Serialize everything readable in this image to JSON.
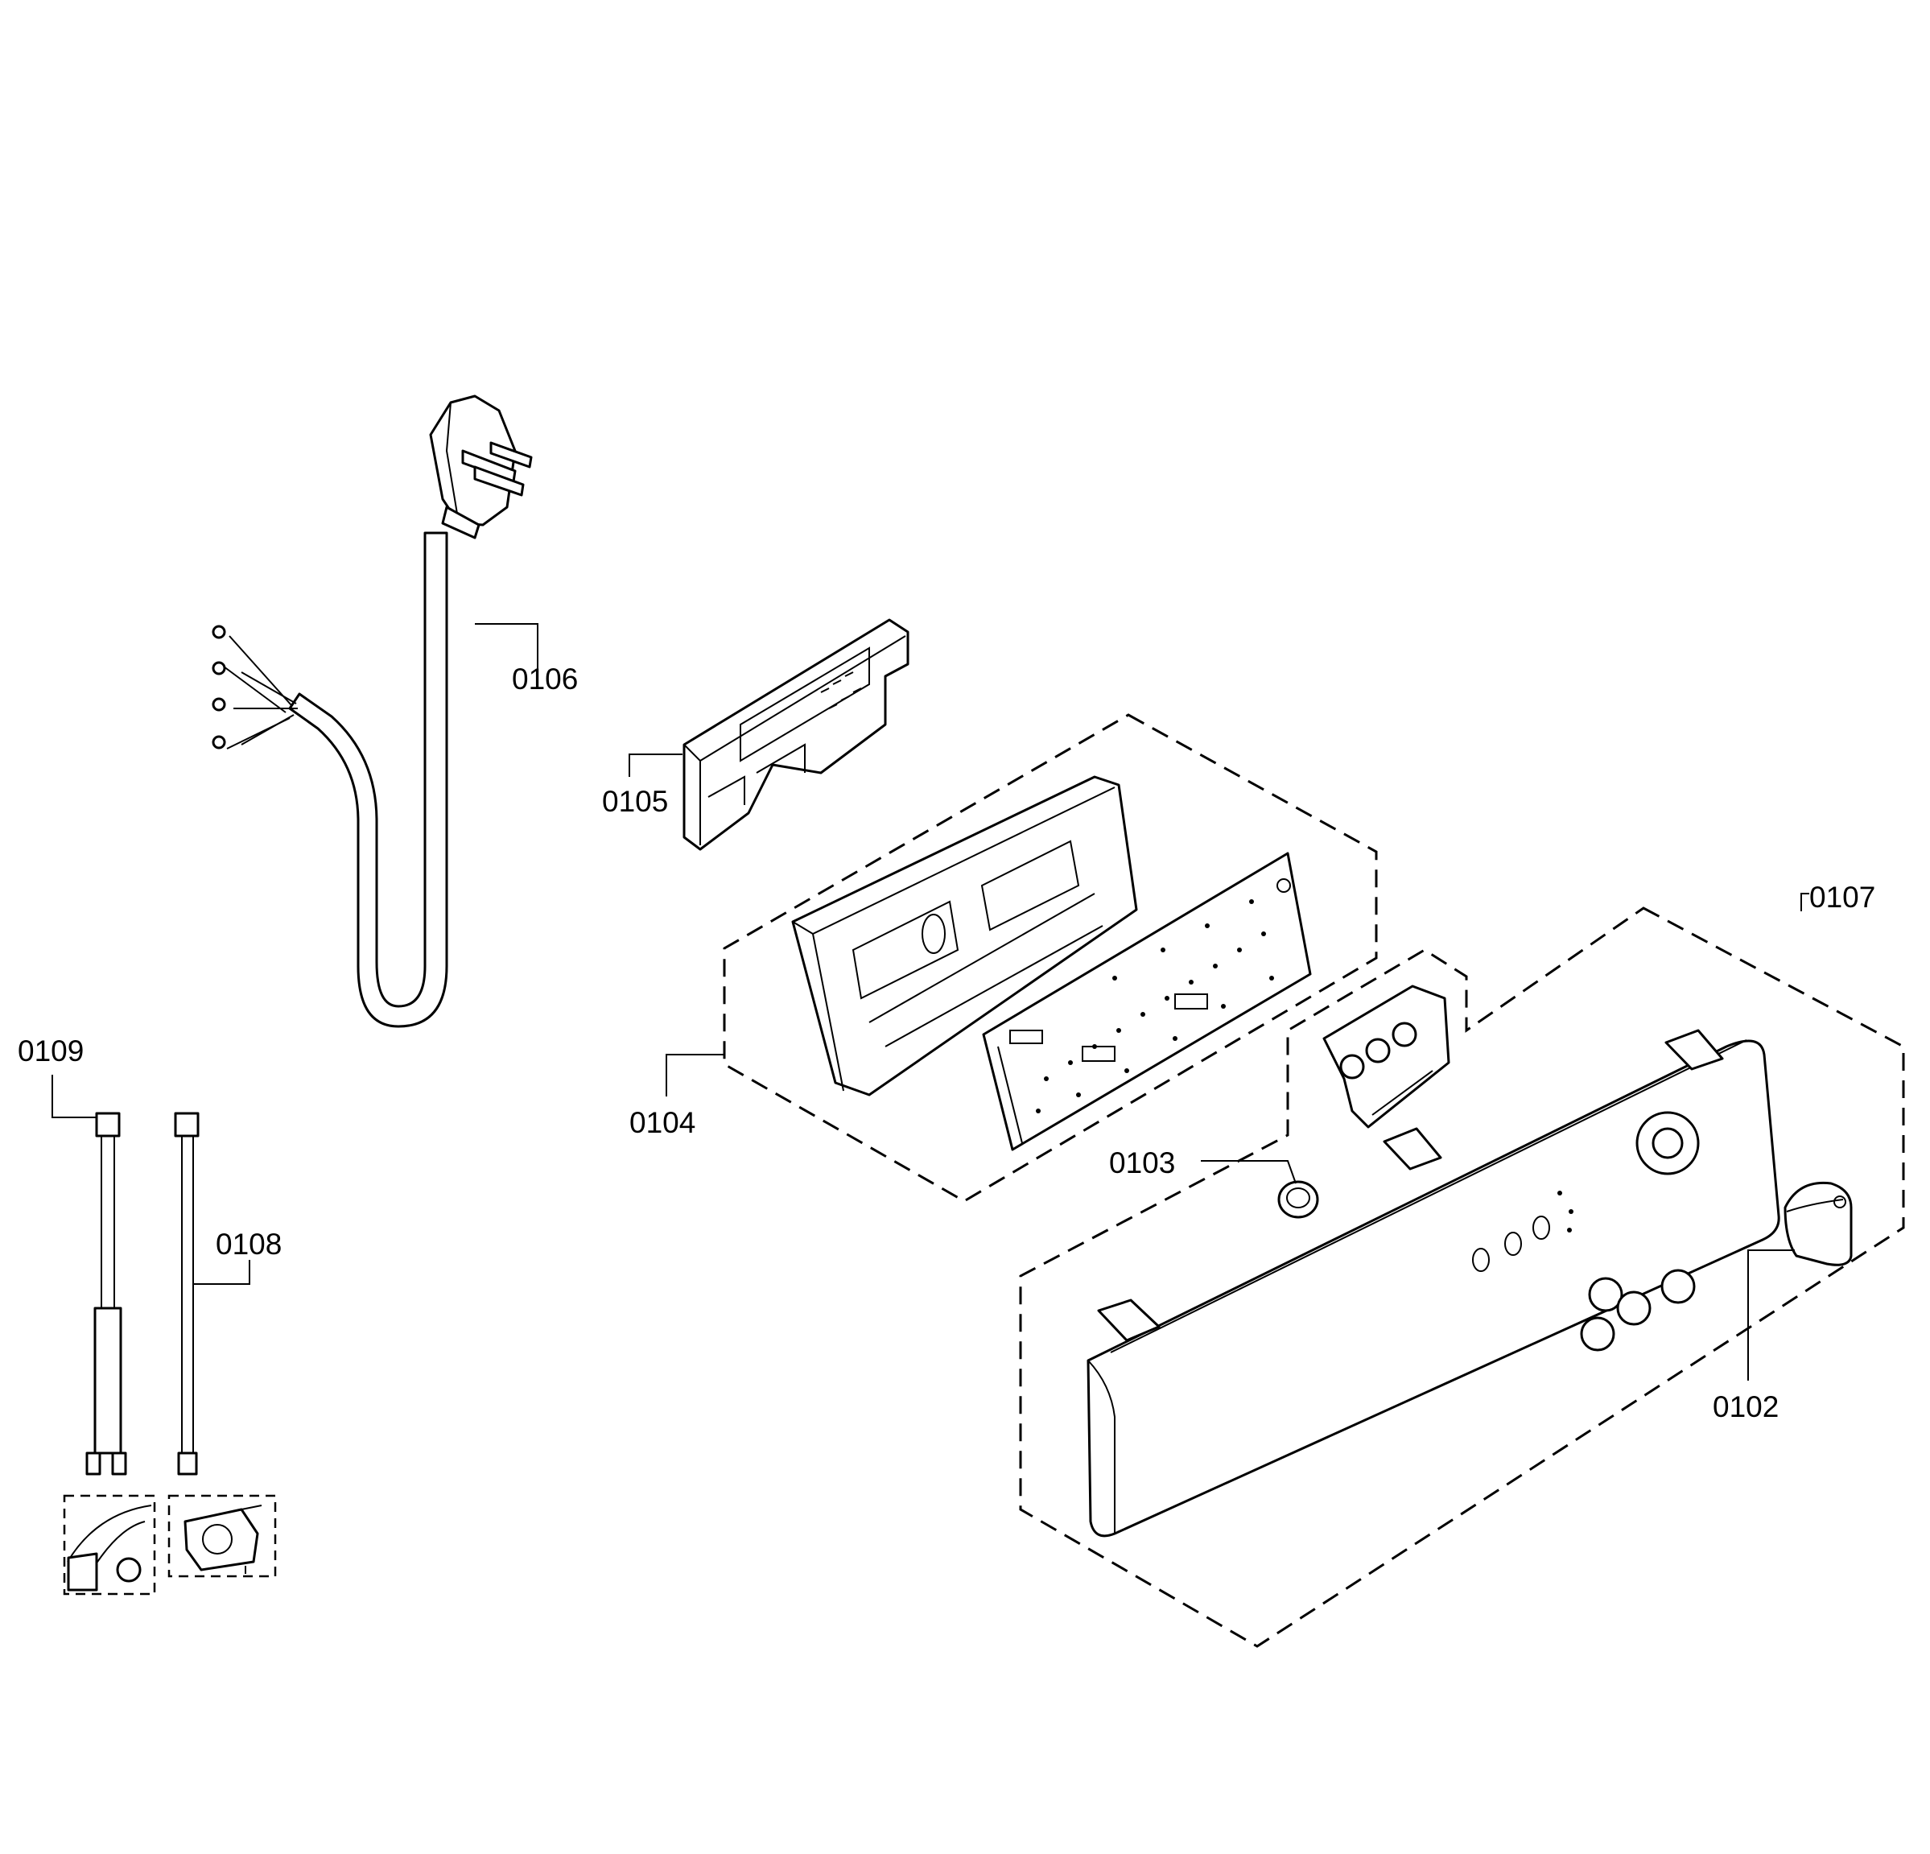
{
  "callouts": {
    "c0102": "0102",
    "c0103": "0103",
    "c0104": "0104",
    "c0105": "0105",
    "c0106": "0106",
    "c0107": "0107",
    "c0108": "0108",
    "c0109": "0109"
  }
}
